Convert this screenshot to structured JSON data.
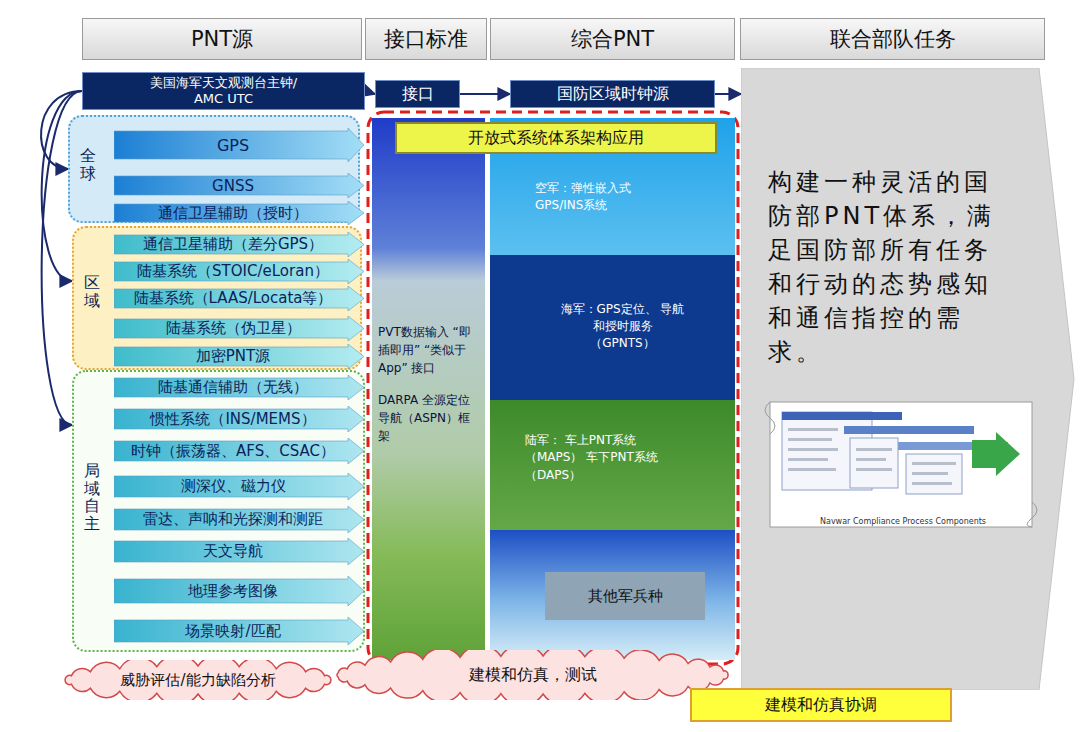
{
  "diagram": {
    "nodes": [
      {
        "text": [
          "PNT源"
        ]
      },
      {
        "text": [
          "接口标准"
        ]
      },
      {
        "text": [
          "综合PNT"
        ]
      },
      {
        "text": [
          "联合部队任务"
        ]
      },
      {
        "text": [
          "美国海军天文观测台主钟/ AMC UTC"
        ]
      },
      {
        "text": [
          "接口"
        ]
      },
      {
        "text": [
          "国防区域时钟源"
        ]
      },
      {
        "text": [
          "全球"
        ]
      },
      {
        "text": [
          "GPS"
        ],
        "in": 7
      },
      {
        "text": [
          "GNSS"
        ],
        "in": 7
      },
      {
        "text": [
          "通信卫星辅助（授时）"
        ],
        "in": 7
      },
      {
        "text": [
          "区域"
        ]
      },
      {
        "text": [
          "通信卫星辅助（差分GPS）"
        ],
        "in": 11
      },
      {
        "text": [
          "陆基系统（STOIC/eLoran）"
        ],
        "in": 11
      },
      {
        "text": [
          "陆基系统（LAAS/Locata等）"
        ],
        "in": 11
      },
      {
        "text": [
          "陆基系统（伪卫星）"
        ],
        "in": 11
      },
      {
        "text": [
          "加密PNT源"
        ],
        "in": 11
      },
      {
        "text": [
          "局域自主"
        ]
      },
      {
        "text": [
          "陆基通信辅助（无线）"
        ],
        "in": 17
      },
      {
        "text": [
          "惯性系统（INS/MEMS）"
        ],
        "in": 17
      },
      {
        "text": [
          "时钟（振荡器、AFS、CSAC）"
        ],
        "in": 17
      },
      {
        "text": [
          "测深仪、磁力仪"
        ],
        "in": 17
      },
      {
        "text": [
          "雷达、声呐和光探测和测距"
        ],
        "in": 17
      },
      {
        "text": [
          "天文导航"
        ],
        "in": 17
      },
      {
        "text": [
          "地理参考图像"
        ],
        "in": 17
      },
      {
        "text": [
          "场景映射/匹配"
        ],
        "in": 17
      },
      {
        "text": [
          "PVT数据输入 “即插即用” “类似于App” 接口",
          "DARPA 全源定位导航（ASPN）框架"
        ]
      },
      {
        "text": [
          "开放式系统体系架构应用"
        ]
      },
      {
        "text": [
          "空军：弹性嵌入式 GPS/INS系统"
        ]
      },
      {
        "text": [
          "海军：GPS定位、 导航和授时服务 （GPNTS）"
        ]
      },
      {
        "text": [
          "陆军： 车上PNT系统（MAPS） 车下PNT系统（DAPS）"
        ]
      },
      {
        "text": [
          "其他军兵种"
        ]
      },
      {
        "text": [
          "构建一种灵活的国防部PNT体系，满足国防部所有任务和行动的态势感知和通信指控的需求。"
        ]
      },
      {
        "text": [
          "威胁评估/能力缺陷分析"
        ]
      },
      {
        "text": [
          "建模和仿真，测试"
        ]
      },
      {
        "text": [
          "建模和仿真协调"
        ]
      }
    ],
    "edges": [
      {
        "from": 4,
        "to": 5,
        "arrow": "to"
      },
      {
        "from": 5,
        "to": 6,
        "arrow": "to"
      },
      {
        "from": 6,
        "to": 32,
        "arrow": "to"
      },
      {
        "from": 4,
        "to": 7,
        "arrow": "to"
      },
      {
        "from": 4,
        "to": 11,
        "arrow": "to"
      },
      {
        "from": 4,
        "to": 17,
        "arrow": "to"
      }
    ],
    "labels": [
      "Navwar Compliance Process Components"
    ]
  }
}
